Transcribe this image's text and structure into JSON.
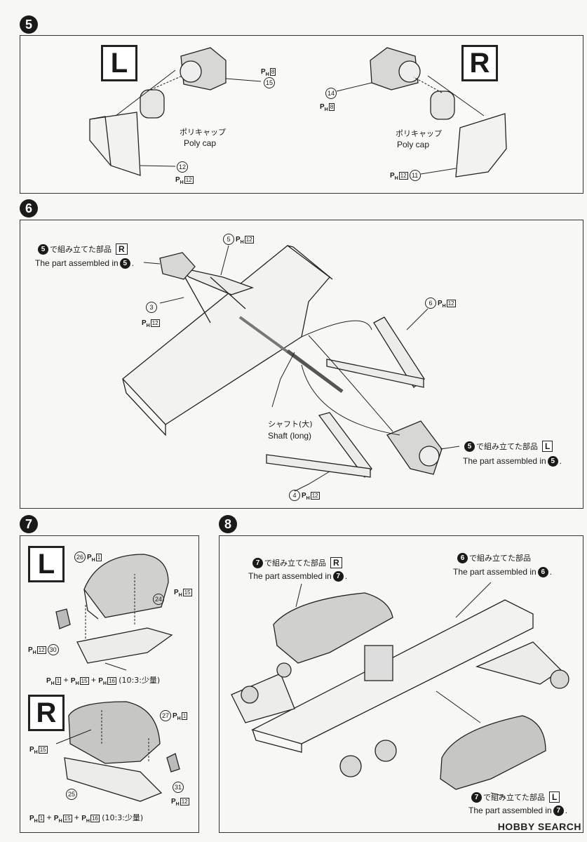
{
  "steps": {
    "s5": "5",
    "s6": "6",
    "s7": "7",
    "s8": "8"
  },
  "side": {
    "L": "L",
    "R": "R"
  },
  "step5": {
    "l_ph8": "8",
    "l_num15": "15",
    "l_polycap_jp": "ポリキャップ",
    "l_polycap_en": "Poly cap",
    "l_num12": "12",
    "l_ph12": "12",
    "r_num14": "14",
    "r_ph8": "8",
    "r_polycap_jp": "ポリキャップ",
    "r_polycap_en": "Poly cap",
    "r_ph12": "12",
    "r_num11": "11"
  },
  "step6": {
    "assembled_jp": "で組み立てた部品",
    "assembled_en": "The part assembled in",
    "num5": "5",
    "num3": "3",
    "num6": "6",
    "num4": "4",
    "ph12": "12",
    "shaft_jp": "シャフト(大)",
    "shaft_en": "Shaft (long)"
  },
  "step7": {
    "num26": "26",
    "ph1": "1",
    "ph15": "15",
    "num24": "24",
    "num30": "30",
    "ph12": "12",
    "formula": "1 + ",
    "mix_a": "1",
    "mix_b": "15",
    "mix_c": "16",
    "mix_ratio": "(10:3:少量)",
    "num27": "27",
    "num25": "25",
    "num31": "31"
  },
  "step8": {
    "assembled_jp": "で組み立てた部品",
    "assembled_en": "The part assembled in",
    "num7": "7",
    "num6": "6"
  },
  "watermark": "HOBBY SEARCH",
  "ph_letter": "P",
  "ph_sub": "H",
  "plus": "+"
}
